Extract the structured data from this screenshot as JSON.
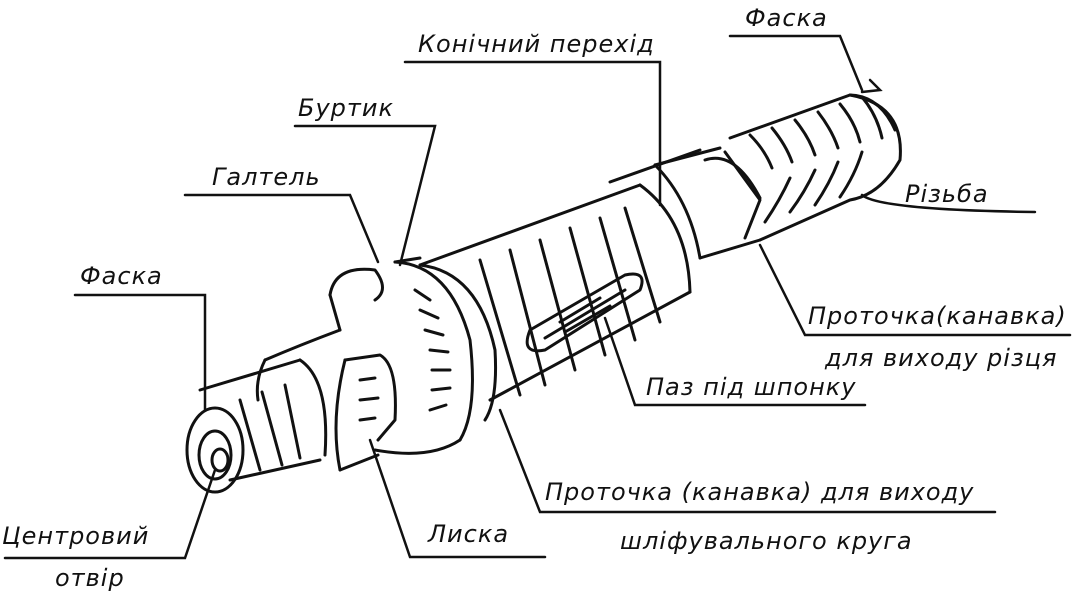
{
  "labels": {
    "faska_top": "Фаска",
    "konichnyi": "Конічний перехід",
    "burtyk": "Буртик",
    "galtel": "Галтель",
    "faska_left": "Фаска",
    "rizba": "Різьба",
    "protochka_rizets_1": "Проточка(канавка)",
    "protochka_rizets_2": "для виходу різця",
    "paz": "Паз під шпонку",
    "protochka_shlif_1": "Проточка (канавка) для виходу",
    "protochka_shlif_2": "шліфувального круга",
    "lyska": "Лиска",
    "tsentrovyi_1": "Центровий",
    "tsentrovyi_2": "отвір"
  },
  "colors": {
    "ink": "#111111",
    "paper": "#ffffff"
  }
}
